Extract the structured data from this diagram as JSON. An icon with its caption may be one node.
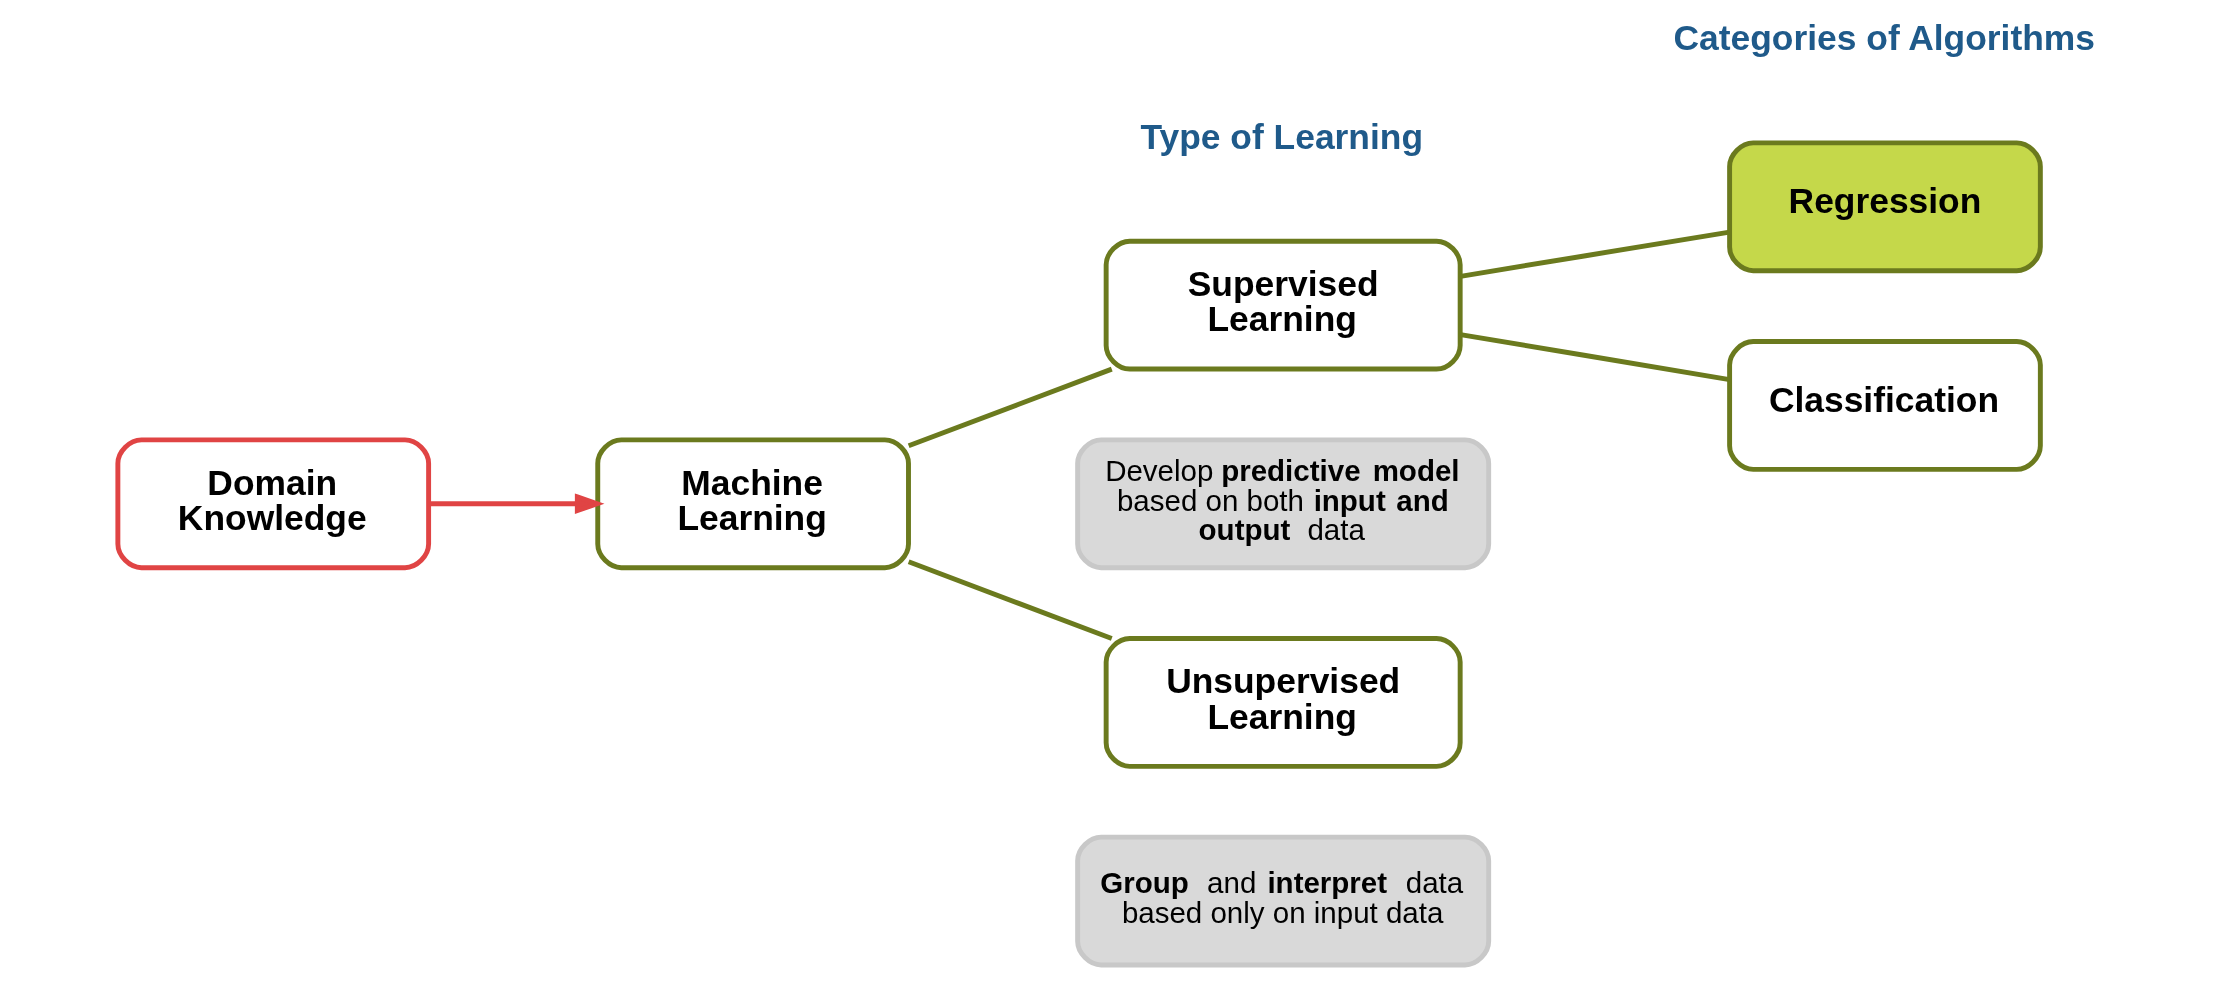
{
  "diagram": {
    "nodes": [
      {
        "text": [
          "Domain Knowledge"
        ]
      },
      {
        "text": [
          "Machine Learning"
        ]
      },
      {
        "text": [
          "Supervised Learning"
        ]
      },
      {
        "text": [
          "Develop **predictive model** based on both **input and output** data"
        ]
      },
      {
        "text": [
          "Unsupervised Learning"
        ]
      },
      {
        "text": [
          "**Group** and **interpret** data based only on input data"
        ]
      },
      {
        "text": [
          "Regression"
        ]
      },
      {
        "text": [
          "Classification"
        ]
      }
    ],
    "edges": [
      {
        "from": 0,
        "to": 1,
        "arrow": "to",
        "color": "#e04444"
      },
      {
        "from": 1,
        "to": 2,
        "arrow": "none"
      },
      {
        "from": 1,
        "to": 4,
        "arrow": "none"
      },
      {
        "from": 2,
        "to": 6,
        "arrow": "none"
      },
      {
        "from": 2,
        "to": 7,
        "arrow": "none"
      }
    ],
    "labels": [
      "Type of Learning",
      "Categories of Algorithms"
    ]
  }
}
